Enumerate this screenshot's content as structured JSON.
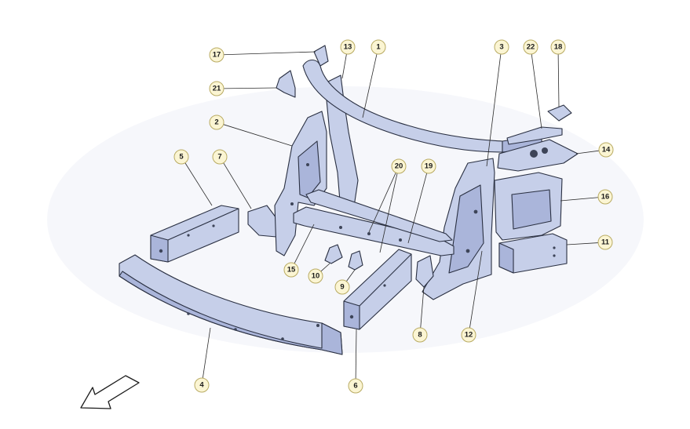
{
  "diagram": {
    "callouts": [
      {
        "label": "1"
      },
      {
        "label": "2"
      },
      {
        "label": "3"
      },
      {
        "label": "4"
      },
      {
        "label": "5"
      },
      {
        "label": "6"
      },
      {
        "label": "7"
      },
      {
        "label": "8"
      },
      {
        "label": "9"
      },
      {
        "label": "10"
      },
      {
        "label": "11"
      },
      {
        "label": "12"
      },
      {
        "label": "13"
      },
      {
        "label": "14"
      },
      {
        "label": "15"
      },
      {
        "label": "16"
      },
      {
        "label": "17"
      },
      {
        "label": "18"
      },
      {
        "label": "19"
      },
      {
        "label": "20"
      },
      {
        "label": "21"
      },
      {
        "label": "22"
      }
    ],
    "part_color": "#c6cfe9",
    "outline_color": "#2a3042",
    "callout_fill": "#fbf5d3",
    "direction_icon": "arrow-front-left-icon"
  }
}
